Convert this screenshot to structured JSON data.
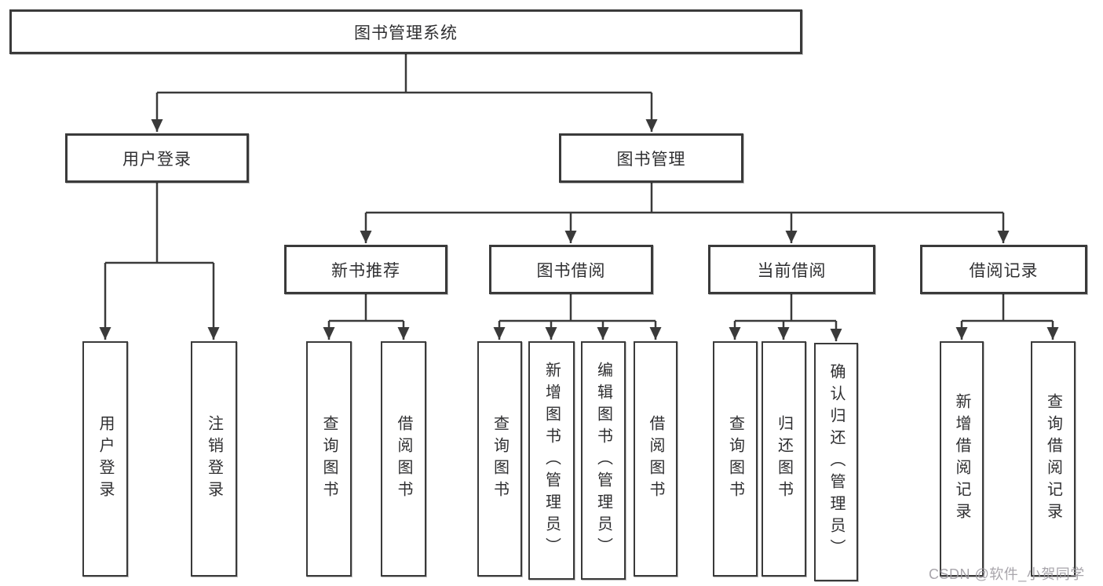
{
  "diagram": {
    "root": {
      "label": "图书管理系统"
    },
    "level2": {
      "user_login": {
        "label": "用户登录"
      },
      "book_mgmt": {
        "label": "图书管理"
      }
    },
    "level3": {
      "new_books": {
        "label": "新书推荐"
      },
      "borrowing": {
        "label": "图书借阅"
      },
      "current": {
        "label": "当前借阅"
      },
      "records": {
        "label": "借阅记录"
      }
    },
    "leaves": {
      "user_login": {
        "label": "用户登录"
      },
      "logout": {
        "label": "注销登录"
      },
      "nb_query_book": {
        "label": "查询图书"
      },
      "nb_borrow_book": {
        "label": "借阅图书"
      },
      "bw_query_book": {
        "label": "查询图书"
      },
      "bw_add_book": {
        "label": "新增图书（管理员）"
      },
      "bw_edit_book": {
        "label": "编辑图书（管理员）"
      },
      "bw_borrow_book": {
        "label": "借阅图书"
      },
      "cur_query_book": {
        "label": "查询图书"
      },
      "cur_return": {
        "label": "归还图书"
      },
      "cur_confirm": {
        "label": "确认归还（管理员）"
      },
      "rec_add": {
        "label": "新增借阅记录"
      },
      "rec_query": {
        "label": "查询借阅记录"
      }
    },
    "colors": {
      "line": "#3a3a3a",
      "box_border": "#3a3a3a",
      "text": "#2f2f31",
      "background": "#ffffff",
      "watermark": "#9e9ba2"
    }
  },
  "watermark": {
    "text": "CSDN @软件_小贺同学"
  }
}
